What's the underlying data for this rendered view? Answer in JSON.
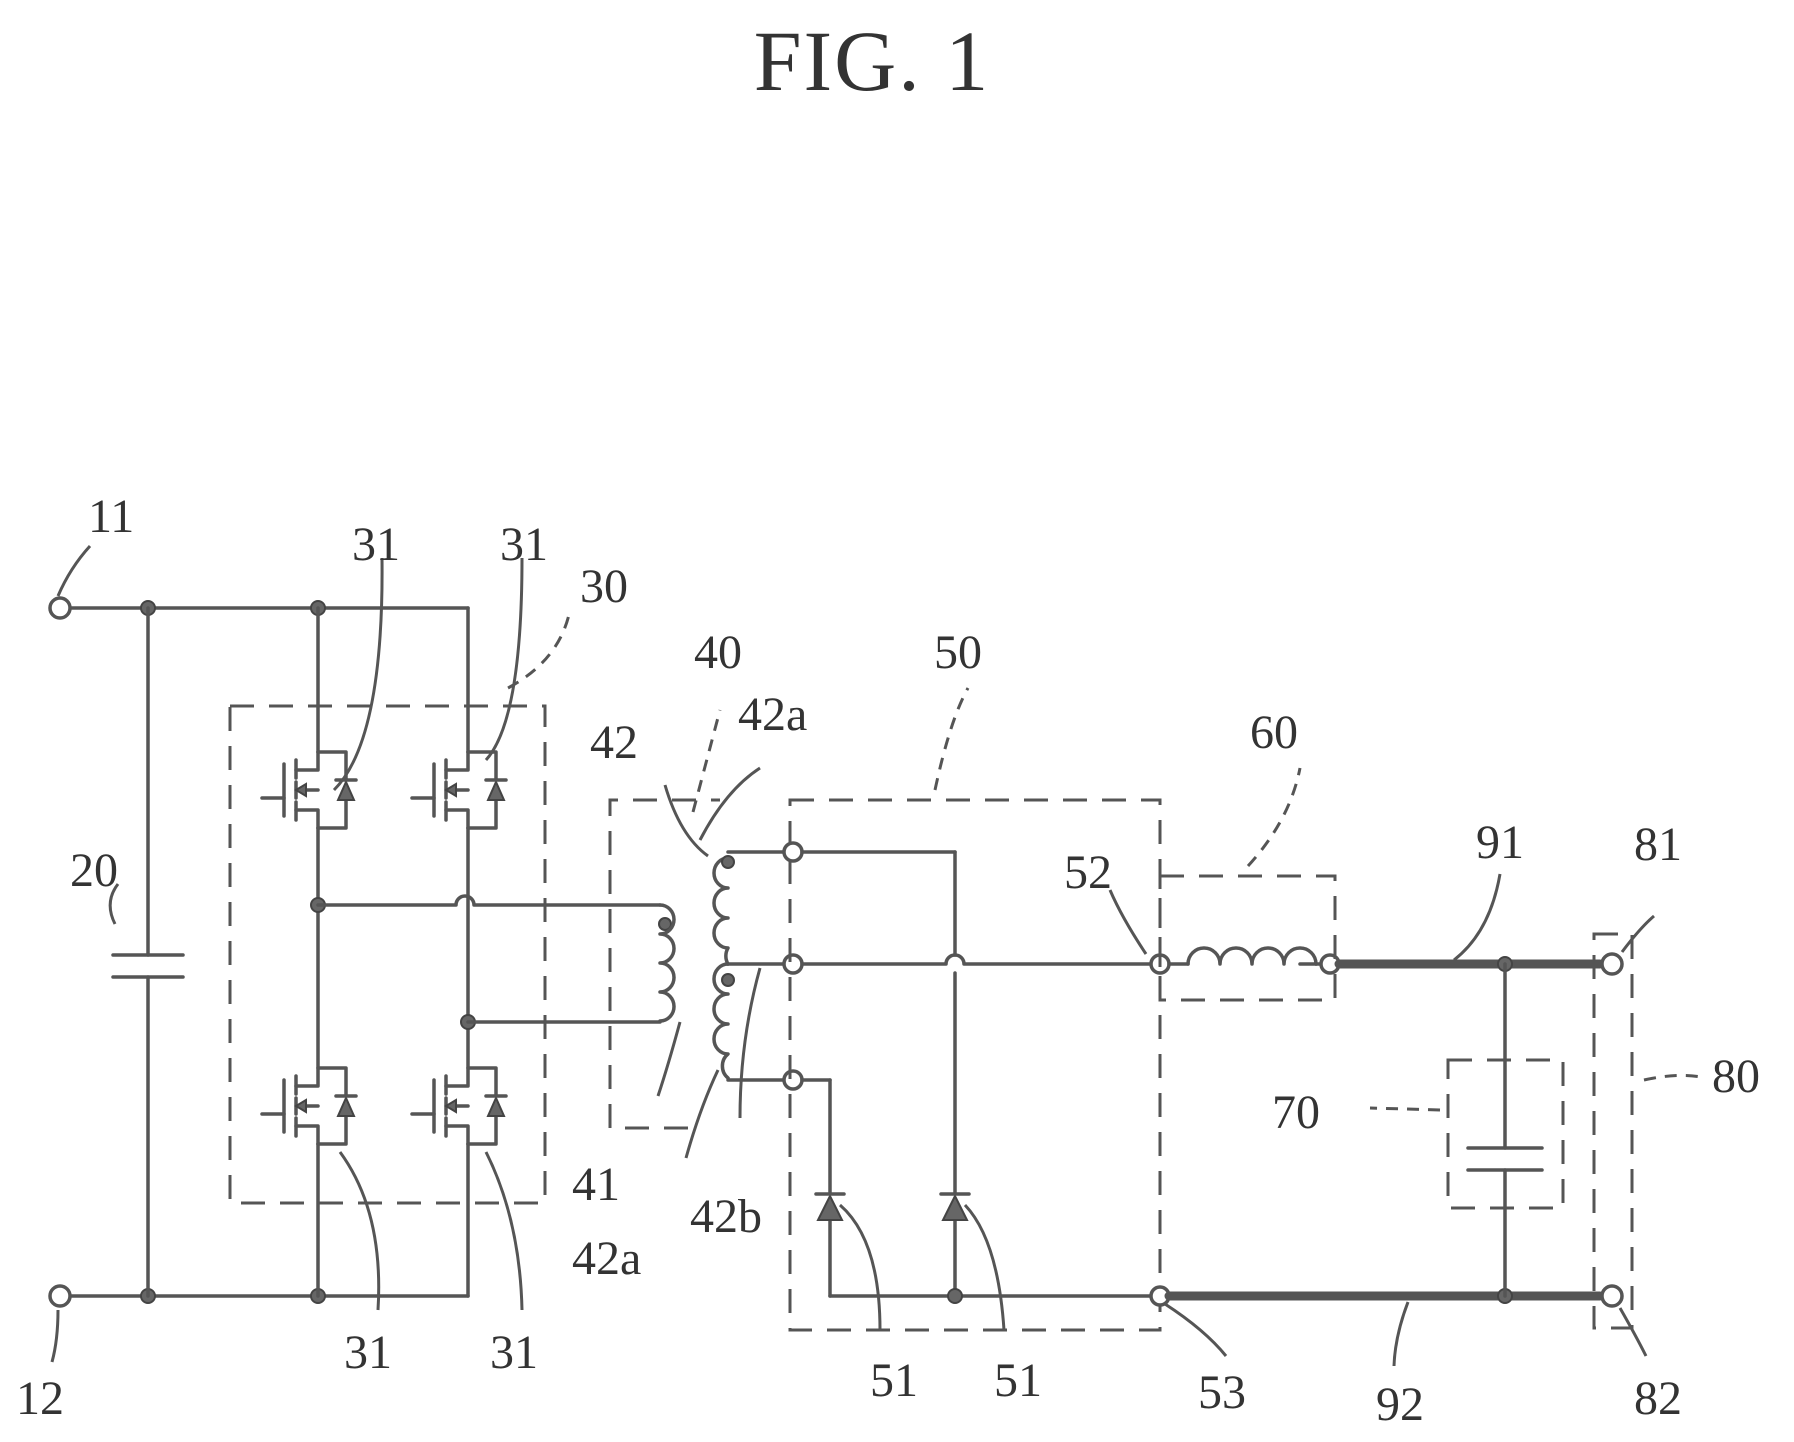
{
  "figure": {
    "title": "FIG. 1"
  },
  "labels": {
    "l11": "11",
    "l12": "12",
    "l20": "20",
    "l30": "30",
    "l31a": "31",
    "l31b": "31",
    "l31c": "31",
    "l31d": "31",
    "l40": "40",
    "l41": "41",
    "l42": "42",
    "l42a_top": "42a",
    "l42a_bot": "42a",
    "l42b": "42b",
    "l50": "50",
    "l51a": "51",
    "l51b": "51",
    "l52": "52",
    "l53": "53",
    "l60": "60",
    "l70": "70",
    "l80": "80",
    "l81": "81",
    "l82": "82",
    "l91": "91",
    "l92": "92"
  }
}
